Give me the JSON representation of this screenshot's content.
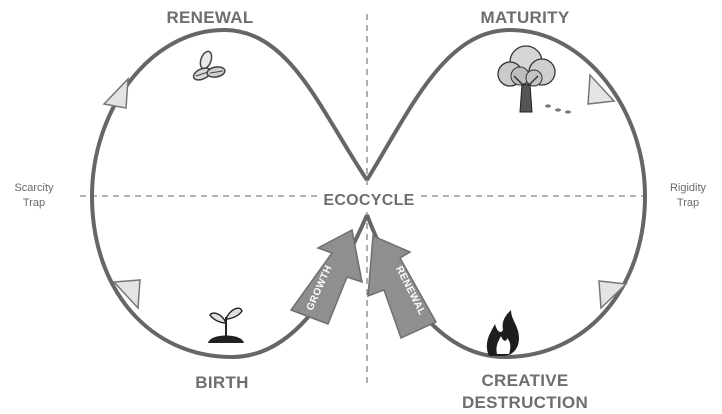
{
  "diagram": {
    "center_label": "ECOCYCLE",
    "phases": {
      "renewal": "RENEWAL",
      "maturity": "MATURITY",
      "birth": "BIRTH",
      "creative_destruction_line1": "CREATIVE",
      "creative_destruction_line2": "DESTRUCTION"
    },
    "traps": {
      "scarcity_line1": "Scarcity",
      "scarcity_line2": "Trap",
      "rigidity_line1": "Rigidity",
      "rigidity_line2": "Trap"
    },
    "arrows": {
      "growth": "GROWTH",
      "renewal": "RENEWAL"
    },
    "icons": [
      "seeds-icon",
      "tree-icon",
      "sprout-icon",
      "fire-icon"
    ],
    "colors": {
      "loop": "#666666",
      "axis": "#9a9a9a",
      "arrow_fill": "#8f8f8f",
      "text": "#6e6e6e"
    }
  }
}
